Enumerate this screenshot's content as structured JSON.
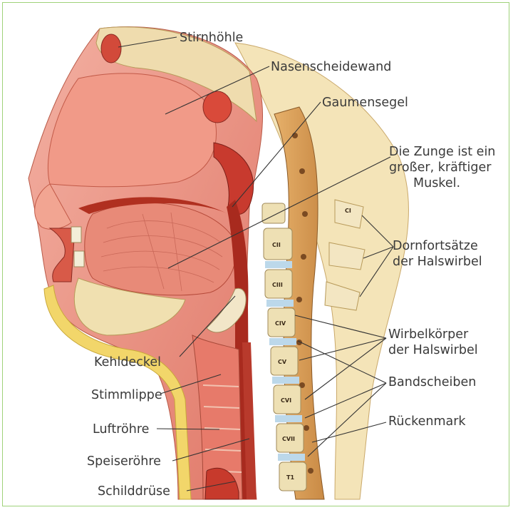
{
  "labels": {
    "stirnhoehle": "Stirnhöhle",
    "nasenscheidewand": "Nasenscheidewand",
    "gaumensegel": "Gaumensegel",
    "zunge_1": "Die Zunge ist ein",
    "zunge_2": "großer, kräftiger",
    "zunge_3": "Muskel.",
    "dornfortsaetze_1": "Dornfortsätze",
    "dornfortsaetze_2": "der Halswirbel",
    "wirbelkoerper_1": "Wirbelkörper",
    "wirbelkoerper_2": "der Halswirbel",
    "bandscheiben": "Bandscheiben",
    "rueckenmark": "Rückenmark",
    "kehldeckel": "Kehldeckel",
    "stimmlippe": "Stimmlippe",
    "luftroehre": "Luftröhre",
    "speiseroehre": "Speiseröhre",
    "schilddruese": "Schilddrüse"
  },
  "vertebrae": [
    "CI",
    "CII",
    "CIII",
    "CIV",
    "CV",
    "CVI",
    "CVII",
    "T1"
  ],
  "colors": {
    "frame": "#9fd27a",
    "tissue": "#e8887a",
    "muscle": "#d85a4a",
    "bone": "#eee2b8",
    "fat": "#f2d66a",
    "spine_canal": "#d9a45a",
    "leader": "#333333"
  }
}
